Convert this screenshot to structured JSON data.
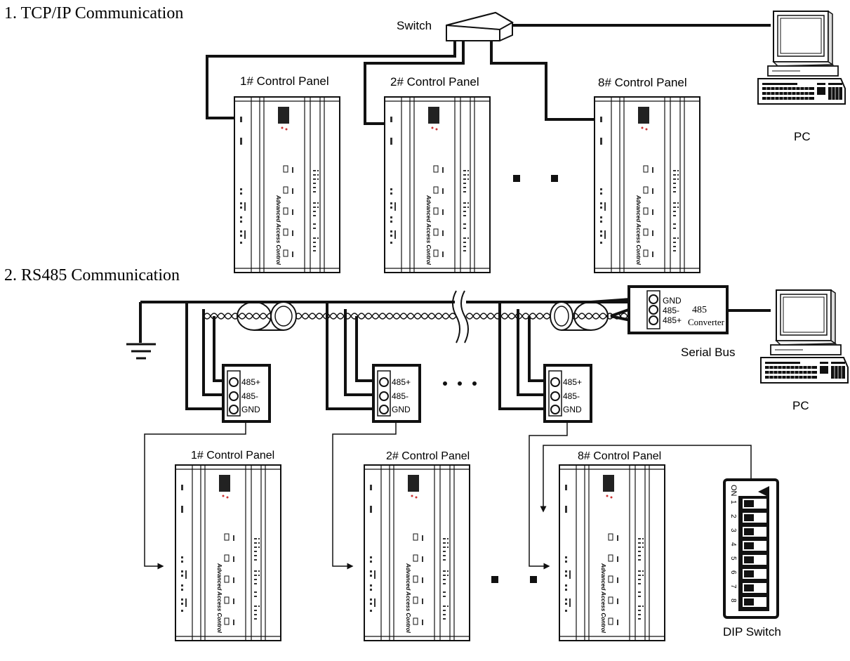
{
  "sections": {
    "tcp": {
      "title": "1. TCP/IP Communication"
    },
    "rs485": {
      "title": "2. RS485  Communication"
    }
  },
  "tcp": {
    "switch_label": "Switch",
    "pc_label": "PC",
    "panels": [
      {
        "label": "1# Control Panel",
        "product": "Advanced Access Control"
      },
      {
        "label": "2# Control Panel",
        "product": "Advanced Access Control"
      },
      {
        "label": "8# Control Panel",
        "product": "Advanced Access Control"
      }
    ]
  },
  "rs485": {
    "converter": {
      "title": "485",
      "subtitle": "Converter",
      "pins": [
        "GND",
        "485-",
        "485+"
      ]
    },
    "serial_bus_label": "Serial Bus",
    "pc_label": "PC",
    "terminal_pins": [
      "485+",
      "485-",
      "GND"
    ],
    "panels": [
      {
        "label": "1# Control Panel",
        "product": "Advanced Access Control"
      },
      {
        "label": "2# Control Panel",
        "product": "Advanced Access Control"
      },
      {
        "label": "8# Control Panel",
        "product": "Advanced Access Control"
      }
    ],
    "dip_switch": {
      "label": "DIP Switch",
      "on_label": "ON",
      "positions": [
        "1",
        "2",
        "3",
        "4",
        "5",
        "6",
        "7",
        "8"
      ]
    }
  }
}
